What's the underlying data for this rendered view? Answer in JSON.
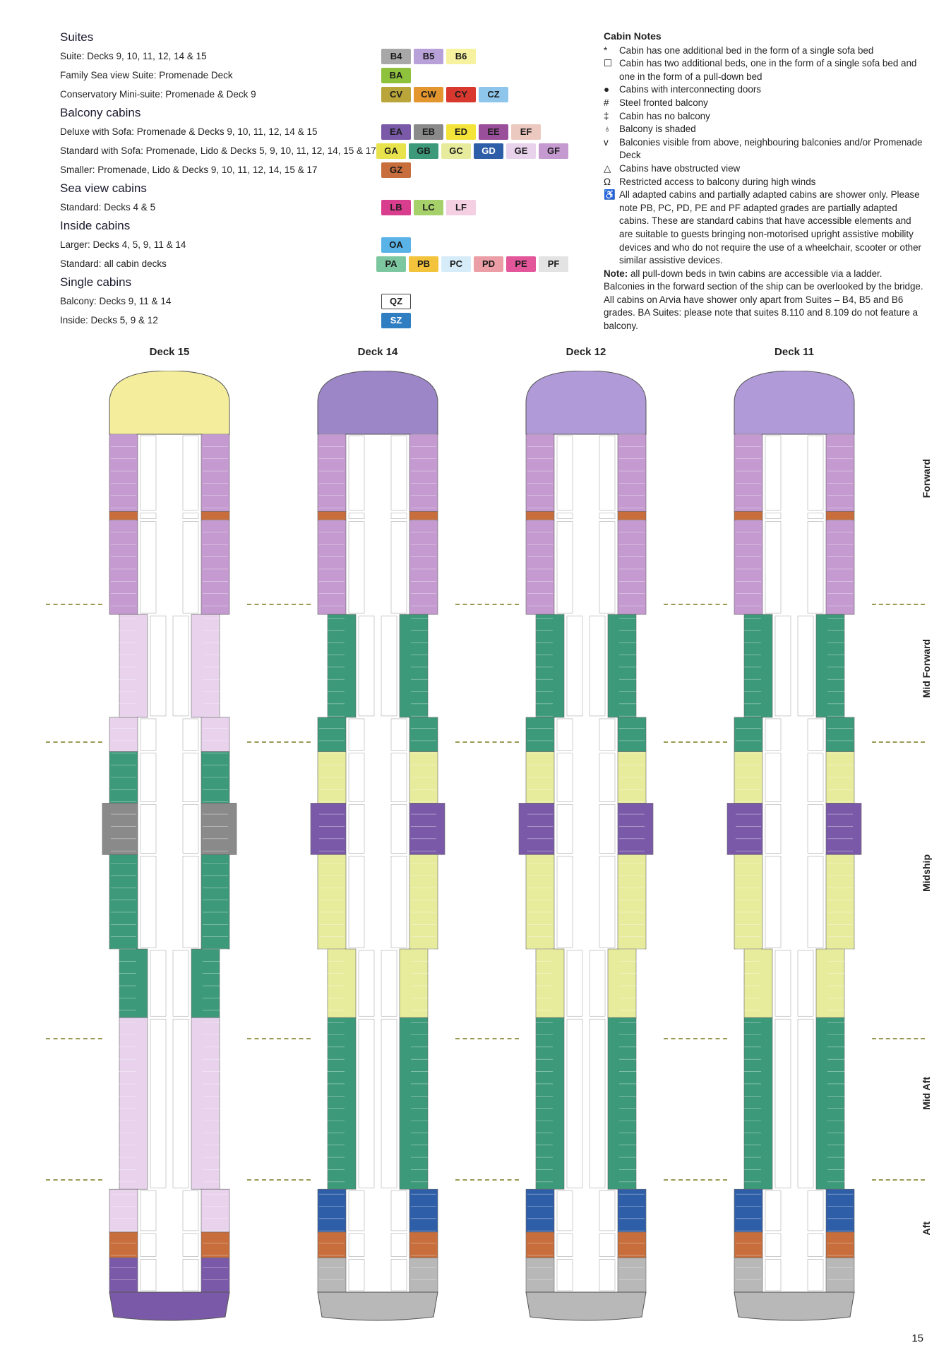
{
  "legend": {
    "groups": [
      {
        "heading": "Suites",
        "rows": [
          {
            "text": "Suite: Decks 9, 10, 11, 12, 14 & 15",
            "chips": [
              {
                "code": "B4",
                "color": "#a8a8a8",
                "fg": "#1b1b1b"
              },
              {
                "code": "B5",
                "color": "#b8a0d8",
                "fg": "#1b1b1b"
              },
              {
                "code": "B6",
                "color": "#f7f2a0",
                "fg": "#1b1b1b"
              }
            ]
          },
          {
            "text": "Family Sea view Suite: Promenade Deck",
            "chips": [
              {
                "code": "BA",
                "color": "#8fc23c",
                "fg": "#1b1b1b"
              }
            ]
          },
          {
            "text": "Conservatory Mini-suite: Promenade & Deck 9",
            "chips": [
              {
                "code": "CV",
                "color": "#b9a53a",
                "fg": "#1b1b1b"
              },
              {
                "code": "CW",
                "color": "#e3962d",
                "fg": "#1b1b1b"
              },
              {
                "code": "CY",
                "color": "#d9382f",
                "fg": "#1b1b1b"
              },
              {
                "code": "CZ",
                "color": "#8ec5ea",
                "fg": "#1b1b1b"
              }
            ]
          }
        ]
      },
      {
        "heading": "Balcony cabins",
        "rows": [
          {
            "text": "Deluxe with Sofa: Promenade & Decks 9, 10, 11, 12, 14 & 15",
            "chips": [
              {
                "code": "EA",
                "color": "#7a5aa8",
                "fg": "#1b1b1b"
              },
              {
                "code": "EB",
                "color": "#8a8a8a",
                "fg": "#1b1b1b"
              },
              {
                "code": "ED",
                "color": "#f4e43a",
                "fg": "#1b1b1b"
              },
              {
                "code": "EE",
                "color": "#9a4f9a",
                "fg": "#1b1b1b"
              },
              {
                "code": "EF",
                "color": "#ecc9c0",
                "fg": "#1b1b1b"
              }
            ]
          },
          {
            "text": "Standard with Sofa: Promenade, Lido & Decks 5, 9, 10, 11, 12, 14, 15 & 17",
            "chips": [
              {
                "code": "GA",
                "color": "#e8e34c",
                "fg": "#1b1b1b"
              },
              {
                "code": "GB",
                "color": "#3c9a7a",
                "fg": "#1b1b1b"
              },
              {
                "code": "GC",
                "color": "#e7ec9c",
                "fg": "#1b1b1b"
              },
              {
                "code": "GD",
                "color": "#2f5ea8",
                "fg": "#ffffff"
              },
              {
                "code": "GE",
                "color": "#e8d2ec",
                "fg": "#1b1b1b"
              },
              {
                "code": "GF",
                "color": "#c49ad0",
                "fg": "#1b1b1b"
              }
            ]
          },
          {
            "text": "Smaller: Promenade, Lido & Decks 9, 10, 11, 12, 14, 15 & 17",
            "chips": [
              {
                "code": "GZ",
                "color": "#c76e3c",
                "fg": "#1b1b1b"
              }
            ]
          }
        ]
      },
      {
        "heading": "Sea view cabins",
        "rows": [
          {
            "text": "Standard: Decks 4 & 5",
            "chips": [
              {
                "code": "LB",
                "color": "#d83d8e",
                "fg": "#1b1b1b"
              },
              {
                "code": "LC",
                "color": "#a6d06a",
                "fg": "#1b1b1b"
              },
              {
                "code": "LF",
                "color": "#f5cfe2",
                "fg": "#1b1b1b"
              }
            ]
          }
        ]
      },
      {
        "heading": "Inside cabins",
        "rows": [
          {
            "text": "Larger: Decks 4, 5, 9, 11 & 14",
            "chips": [
              {
                "code": "OA",
                "color": "#59b3e6",
                "fg": "#1b1b1b"
              }
            ]
          },
          {
            "text": "Standard: all cabin decks",
            "chips": [
              {
                "code": "PA",
                "color": "#7dc7a0",
                "fg": "#1b1b1b"
              },
              {
                "code": "PB",
                "color": "#f2c33b",
                "fg": "#1b1b1b"
              },
              {
                "code": "PC",
                "color": "#d6ecf8",
                "fg": "#1b1b1b"
              },
              {
                "code": "PD",
                "color": "#ec9ea6",
                "fg": "#1b1b1b"
              },
              {
                "code": "PE",
                "color": "#e3569a",
                "fg": "#1b1b1b"
              },
              {
                "code": "PF",
                "color": "#e3e3e3",
                "fg": "#1b1b1b"
              }
            ]
          }
        ]
      },
      {
        "heading": "Single cabins",
        "rows": [
          {
            "text": "Balcony: Decks 9, 11 & 14",
            "chips": [
              {
                "code": "QZ",
                "color": "#ffffff",
                "fg": "#1b1b1b",
                "border": "#444444"
              }
            ]
          },
          {
            "text": "Inside: Decks 5, 9 & 12",
            "chips": [
              {
                "code": "SZ",
                "color": "#2f7ec2",
                "fg": "#ffffff"
              }
            ]
          }
        ]
      }
    ]
  },
  "notes": {
    "heading": "Cabin Notes",
    "items": [
      {
        "symbol": "*",
        "text": "Cabin has one additional bed in the form of a single sofa bed"
      },
      {
        "symbol": "☐",
        "text": "Cabin has two additional beds, one in the form of a single sofa bed and one in the form of a pull-down bed"
      },
      {
        "symbol": "●",
        "text": "Cabins with interconnecting doors"
      },
      {
        "symbol": "#",
        "text": "Steel fronted balcony"
      },
      {
        "symbol": "‡",
        "text": "Cabin has no balcony"
      },
      {
        "symbol": "♁",
        "text": "Balcony is shaded"
      },
      {
        "symbol": "v",
        "text": "Balconies visible from above, neighbouring balconies and/or Promenade Deck"
      },
      {
        "symbol": "△",
        "text": "Cabins have obstructed view"
      },
      {
        "symbol": "Ω",
        "text": "Restricted access to balcony during high winds"
      },
      {
        "symbol": "♿",
        "text": "All adapted cabins and partially adapted cabins are shower only. Please note PB, PC, PD, PE and PF adapted grades are partially adapted cabins. These are standard cabins that have accessible elements and are suitable to guests bringing non-motorised upright assistive mobility devices and who do not require the use of a wheelchair, scooter or other similar assistive devices."
      }
    ],
    "final_bold": "Note:",
    "final_text": " all pull-down beds in twin cabins are accessible via a ladder. Balconies in the forward section of the ship can be overlooked by the bridge. All cabins on Arvia have shower only apart from Suites – B4, B5 and B6 grades. BA Suites: please note that suites 8.110 and 8.109 do not feature a balcony."
  },
  "decks": [
    {
      "title": "Deck 15",
      "bow": "#f4ee9c",
      "segments": [
        {
          "from": 0.0,
          "to": 0.09,
          "color": "#c49ad0"
        },
        {
          "from": 0.09,
          "to": 0.1,
          "color": "#c76e3c"
        },
        {
          "from": 0.1,
          "to": 0.21,
          "color": "#c49ad0"
        },
        {
          "from": 0.21,
          "to": 0.33,
          "color": "#e8d2ec"
        },
        {
          "from": 0.33,
          "to": 0.37,
          "color": "#e8d2ec"
        },
        {
          "from": 0.37,
          "to": 0.43,
          "color": "#3c9a7a"
        },
        {
          "from": 0.43,
          "to": 0.49,
          "color": "#8a8a8a"
        },
        {
          "from": 0.49,
          "to": 0.6,
          "color": "#3c9a7a"
        },
        {
          "from": 0.6,
          "to": 0.68,
          "color": "#3c9a7a"
        },
        {
          "from": 0.68,
          "to": 0.88,
          "color": "#e8d2ec"
        },
        {
          "from": 0.88,
          "to": 0.93,
          "color": "#e8d2ec"
        },
        {
          "from": 0.93,
          "to": 0.96,
          "color": "#c76e3c"
        },
        {
          "from": 0.96,
          "to": 1.0,
          "color": "#7a5aa8"
        }
      ]
    },
    {
      "title": "Deck 14",
      "bow": "#9c86c8",
      "segments": [
        {
          "from": 0.0,
          "to": 0.09,
          "color": "#c49ad0"
        },
        {
          "from": 0.09,
          "to": 0.1,
          "color": "#c76e3c"
        },
        {
          "from": 0.1,
          "to": 0.21,
          "color": "#c49ad0"
        },
        {
          "from": 0.21,
          "to": 0.33,
          "color": "#3c9a7a"
        },
        {
          "from": 0.33,
          "to": 0.37,
          "color": "#3c9a7a"
        },
        {
          "from": 0.37,
          "to": 0.43,
          "color": "#e7ec9c"
        },
        {
          "from": 0.43,
          "to": 0.49,
          "color": "#7a5aa8"
        },
        {
          "from": 0.49,
          "to": 0.6,
          "color": "#e7ec9c"
        },
        {
          "from": 0.6,
          "to": 0.68,
          "color": "#e7ec9c"
        },
        {
          "from": 0.68,
          "to": 0.88,
          "color": "#3c9a7a"
        },
        {
          "from": 0.88,
          "to": 0.93,
          "color": "#2f5ea8"
        },
        {
          "from": 0.93,
          "to": 0.96,
          "color": "#c76e3c"
        },
        {
          "from": 0.96,
          "to": 1.0,
          "color": "#b8b8b8"
        }
      ]
    },
    {
      "title": "Deck 12",
      "bow": "#b09ad8",
      "segments": [
        {
          "from": 0.0,
          "to": 0.09,
          "color": "#c49ad0"
        },
        {
          "from": 0.09,
          "to": 0.1,
          "color": "#c76e3c"
        },
        {
          "from": 0.1,
          "to": 0.21,
          "color": "#c49ad0"
        },
        {
          "from": 0.21,
          "to": 0.33,
          "color": "#3c9a7a"
        },
        {
          "from": 0.33,
          "to": 0.37,
          "color": "#3c9a7a"
        },
        {
          "from": 0.37,
          "to": 0.43,
          "color": "#e7ec9c"
        },
        {
          "from": 0.43,
          "to": 0.49,
          "color": "#7a5aa8"
        },
        {
          "from": 0.49,
          "to": 0.6,
          "color": "#e7ec9c"
        },
        {
          "from": 0.6,
          "to": 0.68,
          "color": "#e7ec9c"
        },
        {
          "from": 0.68,
          "to": 0.88,
          "color": "#3c9a7a"
        },
        {
          "from": 0.88,
          "to": 0.93,
          "color": "#2f5ea8"
        },
        {
          "from": 0.93,
          "to": 0.96,
          "color": "#c76e3c"
        },
        {
          "from": 0.96,
          "to": 1.0,
          "color": "#b8b8b8"
        }
      ]
    },
    {
      "title": "Deck 11",
      "bow": "#b09ad8",
      "segments": [
        {
          "from": 0.0,
          "to": 0.09,
          "color": "#c49ad0"
        },
        {
          "from": 0.09,
          "to": 0.1,
          "color": "#c76e3c"
        },
        {
          "from": 0.1,
          "to": 0.21,
          "color": "#c49ad0"
        },
        {
          "from": 0.21,
          "to": 0.33,
          "color": "#3c9a7a"
        },
        {
          "from": 0.33,
          "to": 0.37,
          "color": "#3c9a7a"
        },
        {
          "from": 0.37,
          "to": 0.43,
          "color": "#e7ec9c"
        },
        {
          "from": 0.43,
          "to": 0.49,
          "color": "#7a5aa8"
        },
        {
          "from": 0.49,
          "to": 0.6,
          "color": "#e7ec9c"
        },
        {
          "from": 0.6,
          "to": 0.68,
          "color": "#e7ec9c"
        },
        {
          "from": 0.68,
          "to": 0.88,
          "color": "#3c9a7a"
        },
        {
          "from": 0.88,
          "to": 0.93,
          "color": "#2f5ea8"
        },
        {
          "from": 0.93,
          "to": 0.96,
          "color": "#c76e3c"
        },
        {
          "from": 0.96,
          "to": 1.0,
          "color": "#b8b8b8"
        }
      ]
    }
  ],
  "zones": [
    "Forward",
    "Mid Forward",
    "Midship",
    "Mid Aft",
    "Aft"
  ],
  "page_number": "15"
}
